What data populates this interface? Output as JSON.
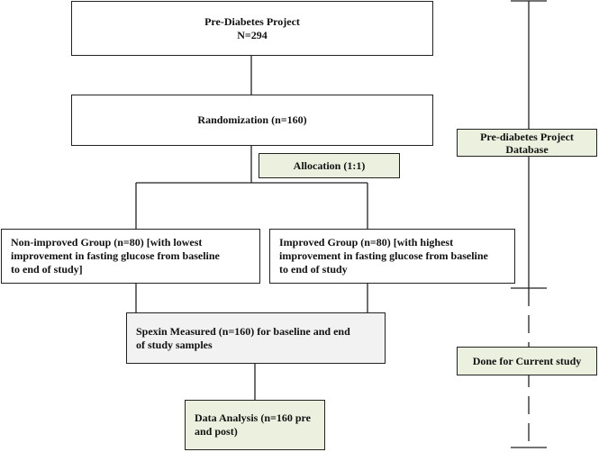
{
  "flowchart": {
    "project": {
      "line1": "Pre-Diabetes Project",
      "line2": "N=294"
    },
    "randomization": "Randomization (n=160)",
    "allocation": "Allocation (1:1)",
    "non_improved": {
      "line1": "Non-improved Group (n=80) [with lowest",
      "line2": "improvement in fasting glucose from baseline",
      "line3": "to end of study]"
    },
    "improved": {
      "line1": "Improved Group (n=80) [with highest",
      "line2": "improvement in fasting glucose from baseline",
      "line3": "to end of study"
    },
    "spexin": {
      "line1": "Spexin Measured (n=160) for baseline and end",
      "line2": "of study samples"
    },
    "analysis": {
      "line1": "Data Analysis (n=160 pre",
      "line2": "and post)"
    }
  },
  "timeline": {
    "database": {
      "line1": "Pre-diabetes Project",
      "line2": "Database"
    },
    "current": "Done for Current study"
  },
  "colors": {
    "green_fill": "#ebf1de",
    "gray_fill": "#f2f2f2",
    "border": "#222222"
  }
}
